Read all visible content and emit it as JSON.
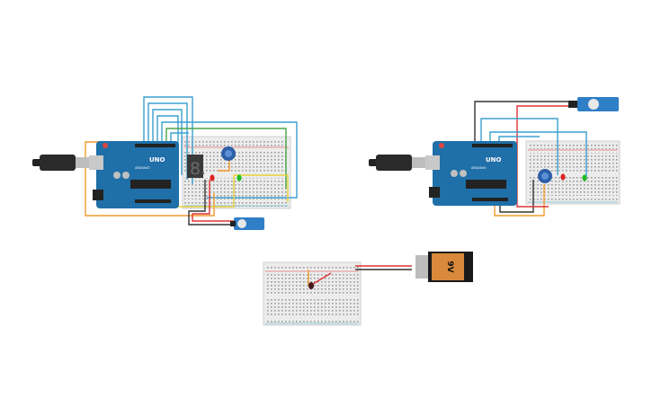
{
  "canvas": {
    "background": "#ffffff"
  },
  "arduinos": [
    {
      "model_label": "UNO",
      "brand_label": "ARDUINO"
    },
    {
      "model_label": "UNO",
      "brand_label": "ARDUINO"
    }
  ],
  "seven_segment": {
    "digit": "8."
  },
  "battery": {
    "voltage_label": "9V"
  },
  "colors": {
    "arduino_board": "#1f6fa8",
    "breadboard": "#ececec",
    "battery_body": "#1a1a1a",
    "battery_label": "#d9893b",
    "servo_body": "#2f7fc7",
    "pot_knob": "#2c5fa8",
    "wire_blue": "#3aa0d0",
    "wire_orange": "#f39a2b",
    "wire_red": "#d33",
    "wire_green": "#4aa64a",
    "wire_yellow": "#e7d23a",
    "wire_black": "#333333",
    "led_red": "#d22",
    "led_green": "#2b2"
  },
  "icons": [
    "usb-cable-icon",
    "servo-motor-icon",
    "potentiometer-icon",
    "led-icon",
    "battery-icon",
    "seven-segment-display-icon",
    "arduino-board-icon",
    "breadboard-icon"
  ]
}
